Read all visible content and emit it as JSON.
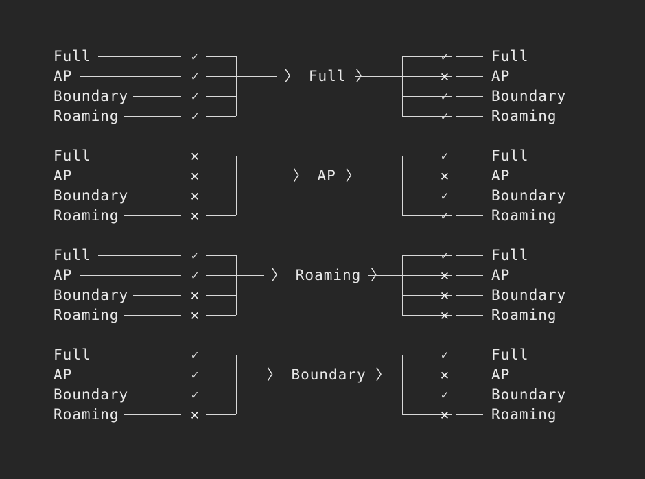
{
  "theme": {
    "background": "#262626",
    "foreground": "#e8e8e8",
    "line": "#d8d8d8"
  },
  "glyphs": {
    "yes": "✓",
    "no": "✕",
    "chevron": "〉",
    "arrow_head": "〉"
  },
  "legend": {
    "yes_meaning": "supported",
    "no_meaning": "not-supported"
  },
  "groups": [
    {
      "center_label": "Full",
      "inputs": [
        {
          "label": "Full",
          "mark": "yes"
        },
        {
          "label": "AP",
          "mark": "yes"
        },
        {
          "label": "Boundary",
          "mark": "yes"
        },
        {
          "label": "Roaming",
          "mark": "yes"
        }
      ],
      "outputs": [
        {
          "label": "Full",
          "mark": "yes"
        },
        {
          "label": "AP",
          "mark": "no"
        },
        {
          "label": "Boundary",
          "mark": "yes"
        },
        {
          "label": "Roaming",
          "mark": "yes"
        }
      ]
    },
    {
      "center_label": "AP",
      "inputs": [
        {
          "label": "Full",
          "mark": "no"
        },
        {
          "label": "AP",
          "mark": "no"
        },
        {
          "label": "Boundary",
          "mark": "no"
        },
        {
          "label": "Roaming",
          "mark": "no"
        }
      ],
      "outputs": [
        {
          "label": "Full",
          "mark": "yes"
        },
        {
          "label": "AP",
          "mark": "no"
        },
        {
          "label": "Boundary",
          "mark": "yes"
        },
        {
          "label": "Roaming",
          "mark": "yes"
        }
      ]
    },
    {
      "center_label": "Roaming",
      "inputs": [
        {
          "label": "Full",
          "mark": "yes"
        },
        {
          "label": "AP",
          "mark": "yes"
        },
        {
          "label": "Boundary",
          "mark": "no"
        },
        {
          "label": "Roaming",
          "mark": "no"
        }
      ],
      "outputs": [
        {
          "label": "Full",
          "mark": "yes"
        },
        {
          "label": "AP",
          "mark": "no"
        },
        {
          "label": "Boundary",
          "mark": "no"
        },
        {
          "label": "Roaming",
          "mark": "no"
        }
      ]
    },
    {
      "center_label": "Boundary",
      "inputs": [
        {
          "label": "Full",
          "mark": "yes"
        },
        {
          "label": "AP",
          "mark": "yes"
        },
        {
          "label": "Boundary",
          "mark": "yes"
        },
        {
          "label": "Roaming",
          "mark": "no"
        }
      ],
      "outputs": [
        {
          "label": "Full",
          "mark": "yes"
        },
        {
          "label": "AP",
          "mark": "no"
        },
        {
          "label": "Boundary",
          "mark": "yes"
        },
        {
          "label": "Roaming",
          "mark": "no"
        }
      ]
    }
  ]
}
